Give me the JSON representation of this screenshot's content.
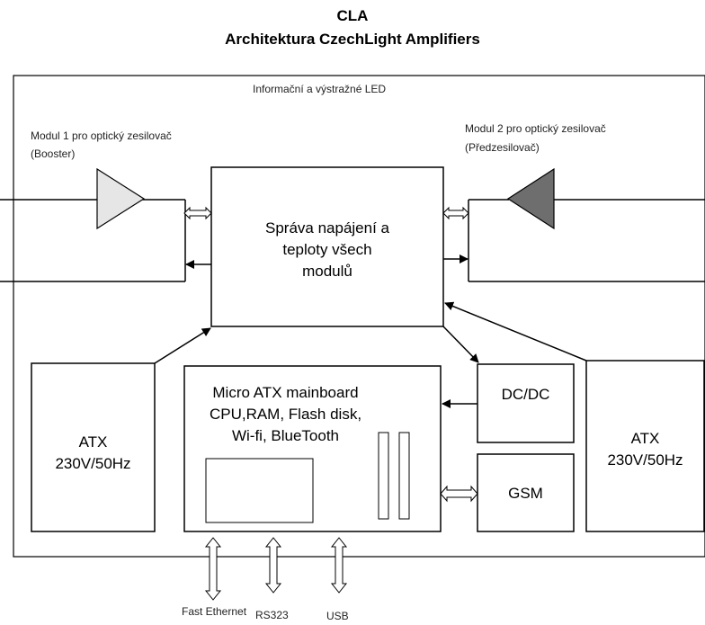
{
  "title": "CLA",
  "subtitle": "Architektura CzechLight Amplifiers",
  "led_label": "Informační a výstražné LED",
  "module1": {
    "line1": "Modul 1 pro optický zesilovač",
    "line2": "(Booster)"
  },
  "module2": {
    "line1": "Modul 2 pro optický zesilovač",
    "line2": "(Předzesilovač)"
  },
  "center_box": {
    "line1": "Správa napájení a",
    "line2": "teploty všech",
    "line3": "modulů"
  },
  "psu_left": {
    "line1": "ATX",
    "line2": "230V/50Hz"
  },
  "psu_right": {
    "line1": "ATX",
    "line2": "230V/50Hz"
  },
  "mainboard": {
    "line1": "Micro ATX mainboard",
    "line2": "CPU,RAM, Flash disk,",
    "line3": "Wi-fi, BlueTooth"
  },
  "dcdc": "DC/DC",
  "gsm": "GSM",
  "ports": {
    "ethernet": "Fast Ethernet",
    "rs": "RS323",
    "usb": "USB"
  },
  "colors": {
    "booster": "#e6e6e6",
    "preamp": "#6e6e6e",
    "line": "#000000"
  }
}
